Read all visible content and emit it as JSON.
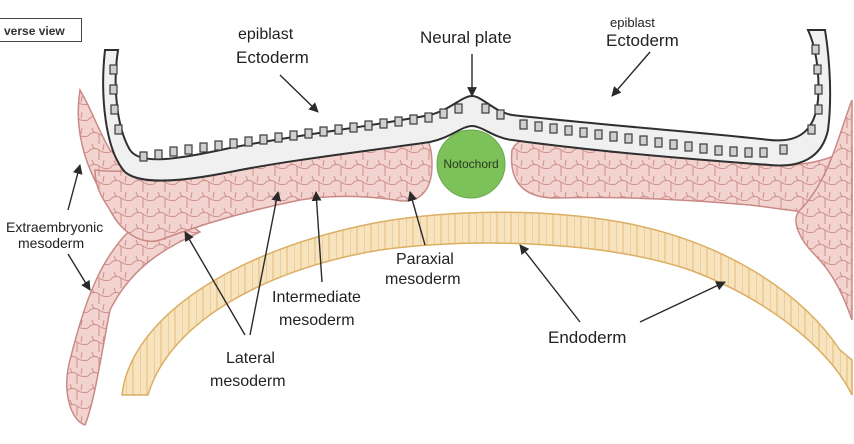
{
  "view_tab": "verse view",
  "labels": {
    "epiblast_left": "epiblast",
    "ectoderm_left": "Ectoderm",
    "neural_plate": "Neural plate",
    "epiblast_right": "epiblast",
    "ectoderm_right": "Ectoderm",
    "notochord": "Notochord",
    "extraembryonic_line1": "Extraembryonic",
    "extraembryonic_line2": "mesoderm",
    "paraxial_line1": "Paraxial",
    "paraxial_line2": "mesoderm",
    "intermediate_line1": "Intermediate",
    "intermediate_line2": "mesoderm",
    "lateral_line1": "Lateral",
    "lateral_line2": "mesoderm",
    "endoderm": "Endoderm"
  },
  "colors": {
    "ectoderm_fill": "#f2f2f2",
    "ectoderm_stroke": "#2f2f2f",
    "ectoderm_cell": "#4a4a4a",
    "mesoderm_fill": "#f3d3cf",
    "mesoderm_stroke": "#c98a86",
    "notochord": "#7dc15a",
    "endoderm_fill": "#f7e3bd",
    "endoderm_stroke": "#dcae62",
    "arrow": "#2a2a2a"
  }
}
